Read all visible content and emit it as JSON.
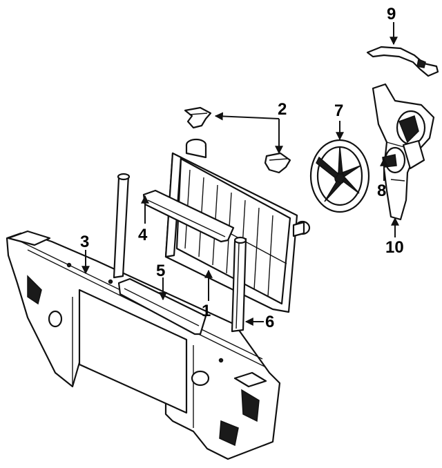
{
  "callouts": {
    "c1": "1",
    "c2": "2",
    "c3": "3",
    "c4": "4",
    "c5": "5",
    "c6": "6",
    "c7": "7",
    "c8": "8",
    "c9": "9",
    "c10": "10"
  },
  "colors": {
    "ink": "#111111",
    "background": "#ffffff"
  }
}
